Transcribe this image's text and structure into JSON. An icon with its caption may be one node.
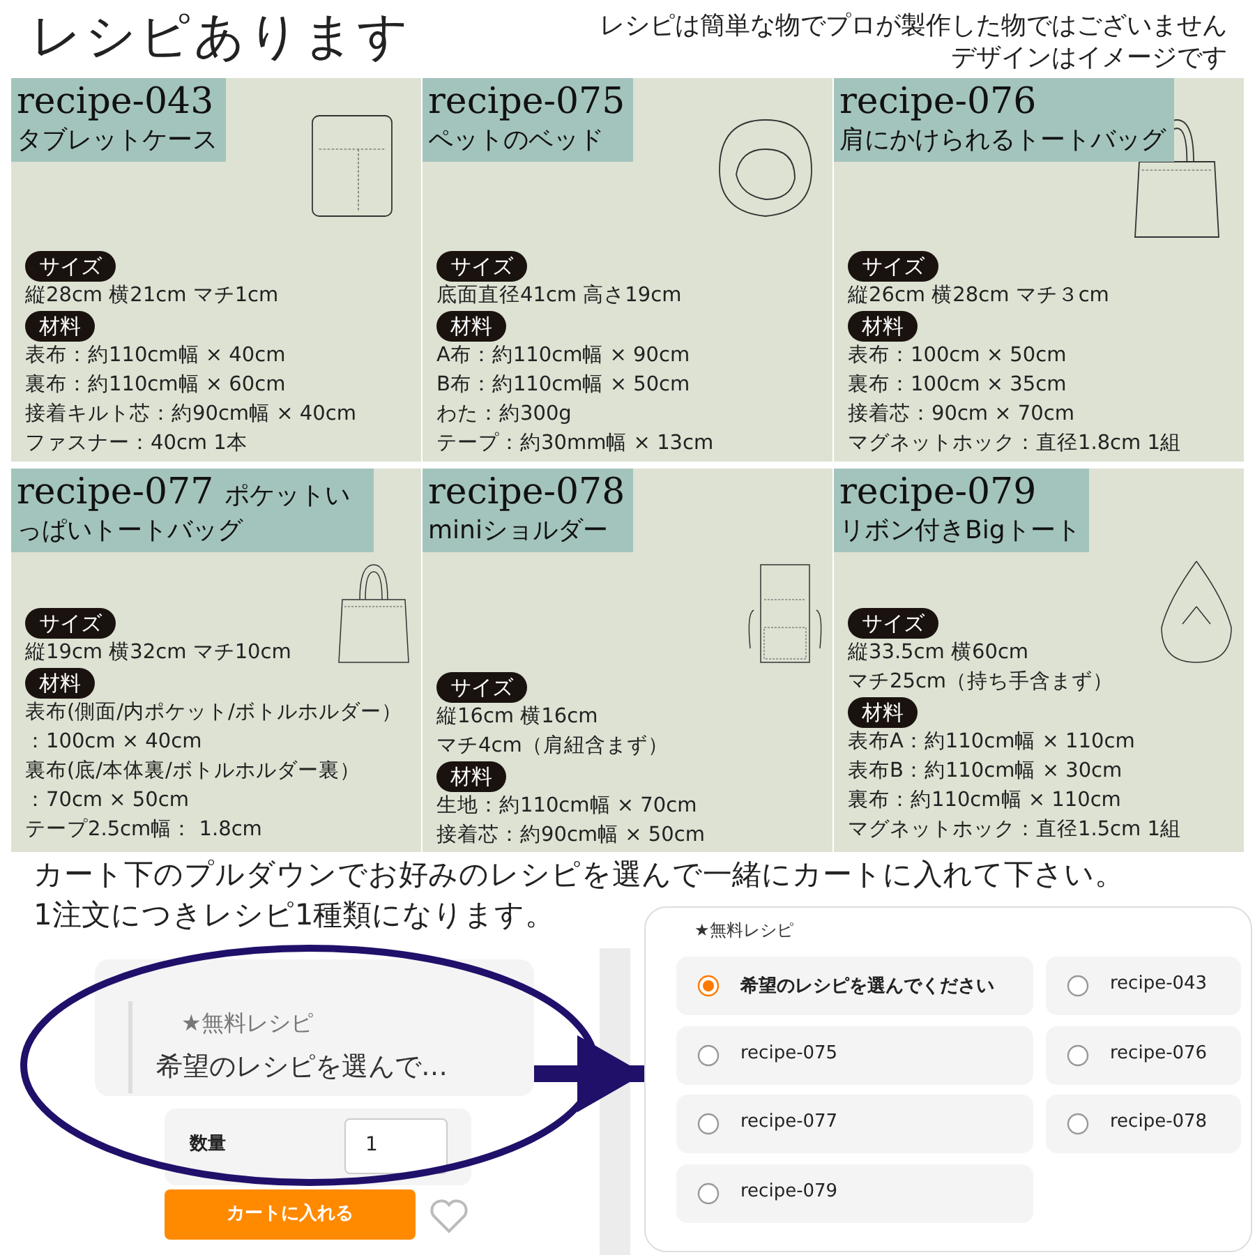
{
  "diagram": {
    "title": "レシピあります",
    "nodes": [
      {
        "text": [
          "recipe-043",
          "タブレットケース",
          "サイズ",
          "縦28cm 横21cm マチ1cm",
          "材料",
          "表布：約110cm幅 × 40cm",
          "裏布：約110cm幅 × 60cm",
          "接着キルト芯：約90cm幅 × 40cm",
          "ファスナー：40cm 1本"
        ]
      },
      {
        "text": [
          "recipe-075",
          "ペットのベッド",
          "サイズ",
          "底面直径41cm 高さ19cm",
          "材料",
          "A布：約110cm幅 × 90cm",
          "B布：約110cm幅 × 50cm",
          "わた：約300g",
          "テープ：約30mm幅 × 13cm"
        ]
      },
      {
        "text": [
          "recipe-076",
          "肩にかけられるトートバッグ",
          "サイズ",
          "縦26cm 横28cm マチ３cm",
          "材料",
          "表布：100cm × 50cm",
          "裏布：100cm × 35cm",
          "接着芯：90cm × 70cm",
          "マグネットホック：直径1.8cm 1組"
        ]
      },
      {
        "text": [
          "recipe-077",
          "ポケットいっぱいトートバッグ",
          "サイズ",
          "縦19cm 横32cm マチ10cm",
          "材料",
          "表布(側面/内ポケット/ボトルホルダー）",
          "：100cm × 40cm",
          "裏布(底/本体裏/ボトルホルダー裏）",
          "：70cm × 50cm",
          "テープ2.5cm幅： 1.8cm"
        ]
      },
      {
        "text": [
          "recipe-078",
          "miniショルダー",
          "サイズ",
          "縦16cm 横16cm",
          "マチ4cm（肩紐含まず）",
          "材料",
          "生地：約110cm幅 × 70cm",
          "接着芯：約90cm幅 × 50cm"
        ]
      },
      {
        "text": [
          "recipe-079",
          "リボン付きBigトート",
          "サイズ",
          "縦33.5cm 横60cm",
          "マチ25cm（持ち手含まず）",
          "材料",
          "表布A：約110cm幅 × 110cm",
          "表布B：約110cm幅 × 30cm",
          "裏布：約110cm幅 × 110cm",
          "マグネットホック：直径1.5cm 1組"
        ]
      },
      {
        "text": [
          "★無料レシピ",
          "希望のレシピを選んで…"
        ]
      },
      {
        "text": [
          "★無料レシピ"
        ]
      },
      {
        "text": [
          "希望のレシピを選んでください"
        ],
        "in": 7
      },
      {
        "text": [
          "recipe-043"
        ],
        "in": 7
      },
      {
        "text": [
          "recipe-075"
        ],
        "in": 7
      },
      {
        "text": [
          "recipe-076"
        ],
        "in": 7
      },
      {
        "text": [
          "recipe-077"
        ],
        "in": 7
      },
      {
        "text": [
          "recipe-078"
        ],
        "in": 7
      },
      {
        "text": [
          "recipe-079"
        ],
        "in": 7
      }
    ],
    "edges": [
      {
        "from": 6,
        "to": 7,
        "arrow": "to"
      }
    ],
    "labels": [
      "レシピは簡単な物でプロが製作した物ではございません",
      "デザインはイメージです",
      "カート下のプルダウンでお好みのレシピを選んで一緒にカートに入れて下さい。",
      "1注文につきレシピ1種類になります。",
      "数量",
      "1",
      "カートに入れる"
    ]
  }
}
